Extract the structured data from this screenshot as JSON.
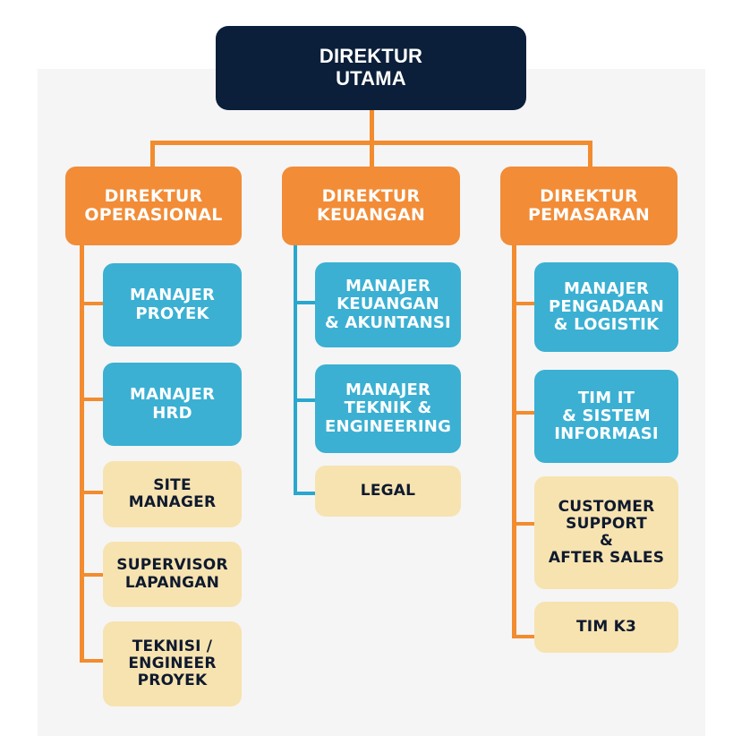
{
  "colors": {
    "top_box": "#0b1f3a",
    "director_box": "#f28c37",
    "manager_box": "#3bb0d3",
    "staff_box": "#f7e3b0",
    "connector_orange": "#f28c2e",
    "connector_blue": "#2aa7cf",
    "background_panel": "#f5f5f6"
  },
  "org_chart": {
    "root": {
      "title": "DIREKTUR\nUTAMA"
    },
    "directors": [
      {
        "title": "DIREKTUR\nOPERASIONAL",
        "connector_color": "orange",
        "units": [
          {
            "title": "MANAJER\nPROYEK",
            "level": "manager"
          },
          {
            "title": "MANAJER\nHRD",
            "level": "manager"
          },
          {
            "title": "SITE\nMANAGER",
            "level": "staff"
          },
          {
            "title": "SUPERVISOR\nLAPANGAN",
            "level": "staff"
          },
          {
            "title": "TEKNISI /\nENGINEER\nPROYEK",
            "level": "staff"
          }
        ]
      },
      {
        "title": "DIREKTUR\nKEUANGAN",
        "connector_color": "blue",
        "units": [
          {
            "title": "MANAJER\nKEUANGAN\n& AKUNTANSI",
            "level": "manager"
          },
          {
            "title": "MANAJER\nTEKNIK &\nENGINEERING",
            "level": "manager"
          },
          {
            "title": "LEGAL",
            "level": "staff"
          }
        ]
      },
      {
        "title": "DIREKTUR\nPEMASARAN",
        "connector_color": "orange",
        "units": [
          {
            "title": "MANAJER\nPENGADAAN\n& LOGISTIK",
            "level": "manager"
          },
          {
            "title": "TIM IT\n& SISTEM\nINFORMASI",
            "level": "manager"
          },
          {
            "title": "CUSTOMER\nSUPPORT\n&\nAFTER SALES",
            "level": "staff"
          },
          {
            "title": "TIM K3",
            "level": "staff"
          }
        ]
      }
    ]
  }
}
